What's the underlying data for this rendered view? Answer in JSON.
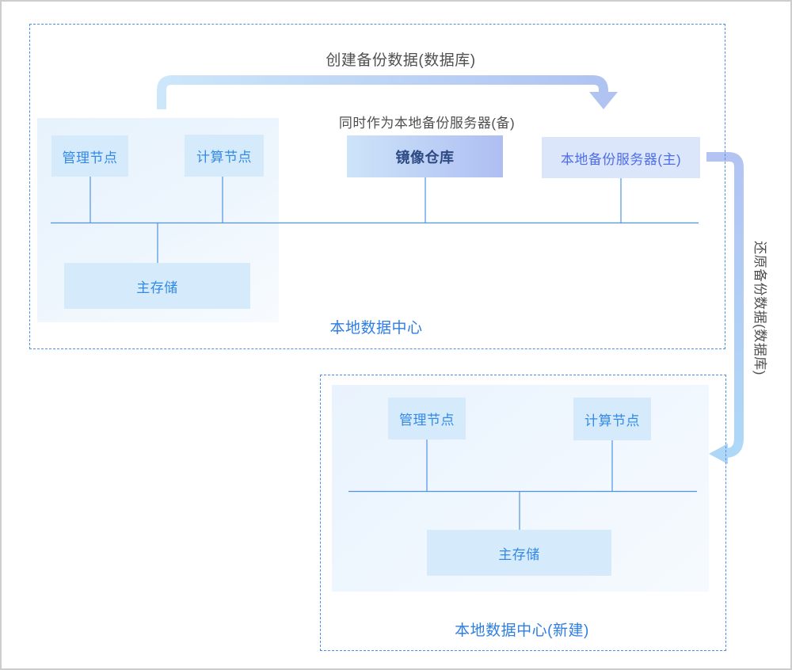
{
  "flows": {
    "create_backup_label": "创建备份数据(数据库)",
    "standby_note": "同时作为本地备份服务器(备)",
    "restore_backup_label": "还原备份数据(数据库)"
  },
  "local_datacenter": {
    "label": "本地数据中心",
    "nodes": {
      "management": "管理节点",
      "compute": "计算节点",
      "image_repo": "镜像仓库",
      "backup_server_primary": "本地备份服务器(主)",
      "primary_storage": "主存储"
    }
  },
  "new_datacenter": {
    "label": "本地数据中心(新建)",
    "nodes": {
      "management": "管理节点",
      "compute": "计算节点",
      "primary_storage": "主存储"
    }
  },
  "colors": {
    "dashed_border": "#4a90e8",
    "node_bg": "#d5eafb",
    "node_text": "#3389e6",
    "image_repo_gradient_start": "#cde4f9",
    "image_repo_gradient_end": "#aebef2",
    "image_repo_text": "#2d4a85",
    "backup_server_bg": "#dce6fa",
    "backup_server_text": "#4e6de8",
    "datacenter_label_text": "#2e7ee2",
    "flow_label_text": "#4f4f4f",
    "connector_line": "#4d94e8",
    "arrow_top_start": "#cce7fa",
    "arrow_top_end": "#aec2f1",
    "arrow_right_start": "#b3c4f3",
    "arrow_right_end": "#aed9f7"
  }
}
